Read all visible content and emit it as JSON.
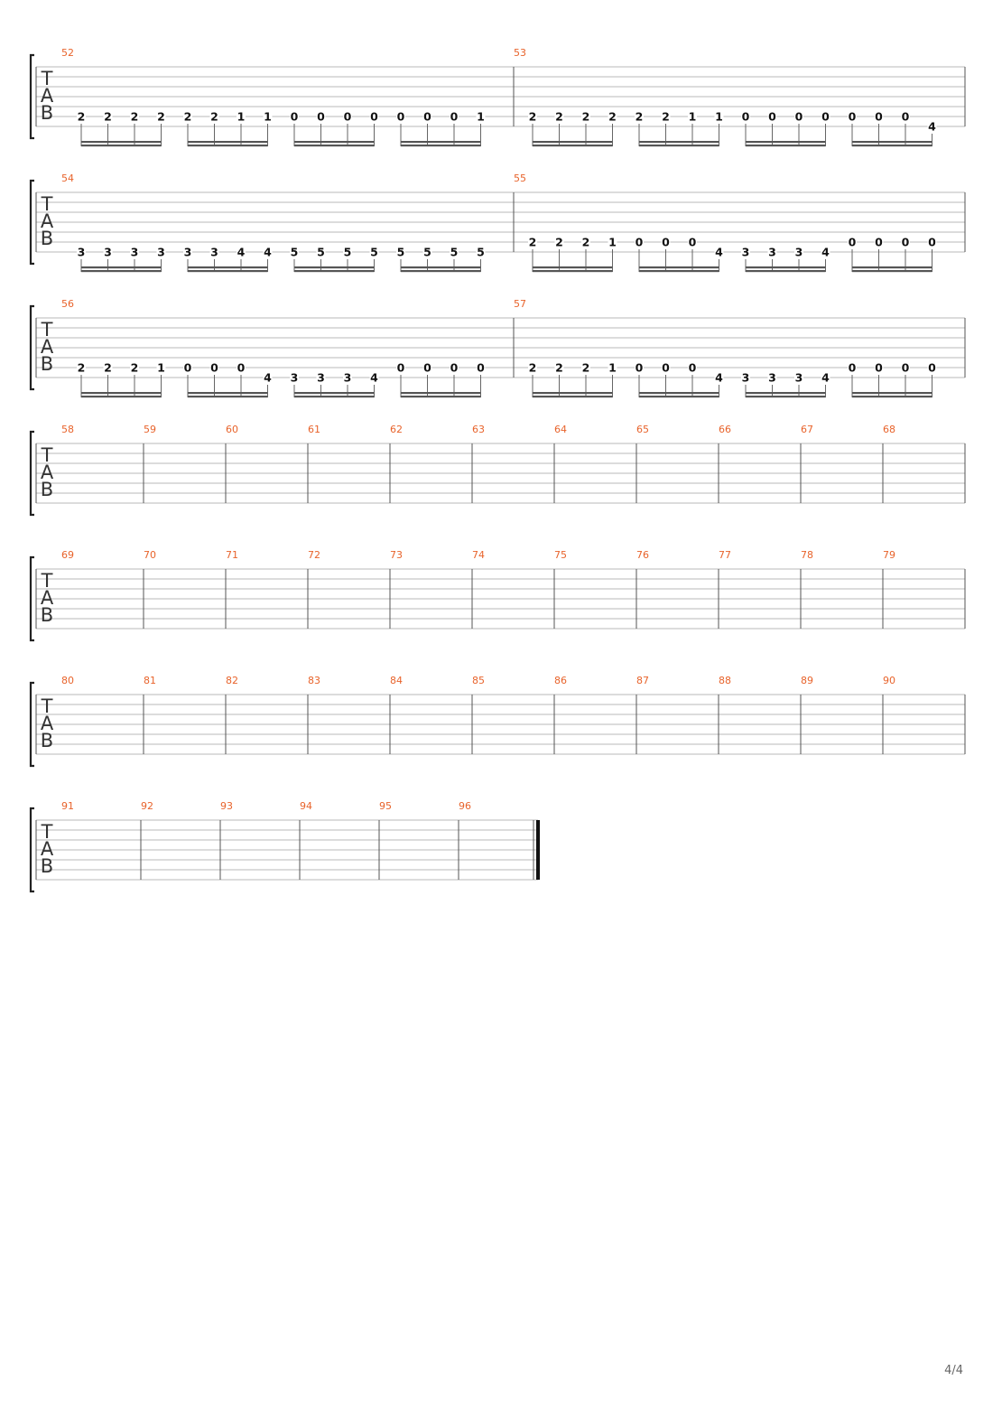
{
  "score": {
    "tab_clef": [
      "T",
      "A",
      "B"
    ],
    "colors": {
      "measure_number": "#e8632b",
      "staff_line": "#a0a0a0",
      "barline": "#555555",
      "note": "#111111",
      "beam": "#555555",
      "brace": "#222222"
    },
    "systems": [
      {
        "measures": [
          {
            "number": "52",
            "notes": [
              {
                "string": 6,
                "fret": "2"
              },
              {
                "string": 6,
                "fret": "2"
              },
              {
                "string": 6,
                "fret": "2"
              },
              {
                "string": 6,
                "fret": "2"
              },
              {
                "string": 6,
                "fret": "2"
              },
              {
                "string": 6,
                "fret": "2"
              },
              {
                "string": 6,
                "fret": "1"
              },
              {
                "string": 6,
                "fret": "1"
              },
              {
                "string": 6,
                "fret": "0"
              },
              {
                "string": 6,
                "fret": "0"
              },
              {
                "string": 6,
                "fret": "0"
              },
              {
                "string": 6,
                "fret": "0"
              },
              {
                "string": 6,
                "fret": "0"
              },
              {
                "string": 6,
                "fret": "0"
              },
              {
                "string": 6,
                "fret": "0"
              },
              {
                "string": 6,
                "fret": "1"
              }
            ]
          },
          {
            "number": "53",
            "notes": [
              {
                "string": 6,
                "fret": "2"
              },
              {
                "string": 6,
                "fret": "2"
              },
              {
                "string": 6,
                "fret": "2"
              },
              {
                "string": 6,
                "fret": "2"
              },
              {
                "string": 6,
                "fret": "2"
              },
              {
                "string": 6,
                "fret": "2"
              },
              {
                "string": 6,
                "fret": "1"
              },
              {
                "string": 6,
                "fret": "1"
              },
              {
                "string": 6,
                "fret": "0"
              },
              {
                "string": 6,
                "fret": "0"
              },
              {
                "string": 6,
                "fret": "0"
              },
              {
                "string": 6,
                "fret": "0"
              },
              {
                "string": 6,
                "fret": "0"
              },
              {
                "string": 6,
                "fret": "0"
              },
              {
                "string": 6,
                "fret": "0"
              },
              {
                "string": 7,
                "fret": "4"
              }
            ]
          }
        ]
      },
      {
        "measures": [
          {
            "number": "54",
            "notes": [
              {
                "string": 7,
                "fret": "3"
              },
              {
                "string": 7,
                "fret": "3"
              },
              {
                "string": 7,
                "fret": "3"
              },
              {
                "string": 7,
                "fret": "3"
              },
              {
                "string": 7,
                "fret": "3"
              },
              {
                "string": 7,
                "fret": "3"
              },
              {
                "string": 7,
                "fret": "4"
              },
              {
                "string": 7,
                "fret": "4"
              },
              {
                "string": 7,
                "fret": "5"
              },
              {
                "string": 7,
                "fret": "5"
              },
              {
                "string": 7,
                "fret": "5"
              },
              {
                "string": 7,
                "fret": "5"
              },
              {
                "string": 7,
                "fret": "5"
              },
              {
                "string": 7,
                "fret": "5"
              },
              {
                "string": 7,
                "fret": "5"
              },
              {
                "string": 7,
                "fret": "5"
              }
            ]
          },
          {
            "number": "55",
            "notes": [
              {
                "string": 6,
                "fret": "2"
              },
              {
                "string": 6,
                "fret": "2"
              },
              {
                "string": 6,
                "fret": "2"
              },
              {
                "string": 6,
                "fret": "1"
              },
              {
                "string": 6,
                "fret": "0"
              },
              {
                "string": 6,
                "fret": "0"
              },
              {
                "string": 6,
                "fret": "0"
              },
              {
                "string": 7,
                "fret": "4"
              },
              {
                "string": 7,
                "fret": "3"
              },
              {
                "string": 7,
                "fret": "3"
              },
              {
                "string": 7,
                "fret": "3"
              },
              {
                "string": 7,
                "fret": "4"
              },
              {
                "string": 6,
                "fret": "0"
              },
              {
                "string": 6,
                "fret": "0"
              },
              {
                "string": 6,
                "fret": "0"
              },
              {
                "string": 6,
                "fret": "0"
              }
            ]
          }
        ]
      },
      {
        "measures": [
          {
            "number": "56",
            "notes": [
              {
                "string": 6,
                "fret": "2"
              },
              {
                "string": 6,
                "fret": "2"
              },
              {
                "string": 6,
                "fret": "2"
              },
              {
                "string": 6,
                "fret": "1"
              },
              {
                "string": 6,
                "fret": "0"
              },
              {
                "string": 6,
                "fret": "0"
              },
              {
                "string": 6,
                "fret": "0"
              },
              {
                "string": 7,
                "fret": "4"
              },
              {
                "string": 7,
                "fret": "3"
              },
              {
                "string": 7,
                "fret": "3"
              },
              {
                "string": 7,
                "fret": "3"
              },
              {
                "string": 7,
                "fret": "4"
              },
              {
                "string": 6,
                "fret": "0"
              },
              {
                "string": 6,
                "fret": "0"
              },
              {
                "string": 6,
                "fret": "0"
              },
              {
                "string": 6,
                "fret": "0"
              }
            ]
          },
          {
            "number": "57",
            "notes": [
              {
                "string": 6,
                "fret": "2"
              },
              {
                "string": 6,
                "fret": "2"
              },
              {
                "string": 6,
                "fret": "2"
              },
              {
                "string": 6,
                "fret": "1"
              },
              {
                "string": 6,
                "fret": "0"
              },
              {
                "string": 6,
                "fret": "0"
              },
              {
                "string": 6,
                "fret": "0"
              },
              {
                "string": 7,
                "fret": "4"
              },
              {
                "string": 7,
                "fret": "3"
              },
              {
                "string": 7,
                "fret": "3"
              },
              {
                "string": 7,
                "fret": "3"
              },
              {
                "string": 7,
                "fret": "4"
              },
              {
                "string": 6,
                "fret": "0"
              },
              {
                "string": 6,
                "fret": "0"
              },
              {
                "string": 6,
                "fret": "0"
              },
              {
                "string": 6,
                "fret": "0"
              }
            ]
          }
        ]
      },
      {
        "measures": [
          {
            "number": "58",
            "notes": []
          },
          {
            "number": "59",
            "notes": []
          },
          {
            "number": "60",
            "notes": []
          },
          {
            "number": "61",
            "notes": []
          },
          {
            "number": "62",
            "notes": []
          },
          {
            "number": "63",
            "notes": []
          },
          {
            "number": "64",
            "notes": []
          },
          {
            "number": "65",
            "notes": []
          },
          {
            "number": "66",
            "notes": []
          },
          {
            "number": "67",
            "notes": []
          },
          {
            "number": "68",
            "notes": []
          }
        ]
      },
      {
        "measures": [
          {
            "number": "69",
            "notes": []
          },
          {
            "number": "70",
            "notes": []
          },
          {
            "number": "71",
            "notes": []
          },
          {
            "number": "72",
            "notes": []
          },
          {
            "number": "73",
            "notes": []
          },
          {
            "number": "74",
            "notes": []
          },
          {
            "number": "75",
            "notes": []
          },
          {
            "number": "76",
            "notes": []
          },
          {
            "number": "77",
            "notes": []
          },
          {
            "number": "78",
            "notes": []
          },
          {
            "number": "79",
            "notes": []
          }
        ]
      },
      {
        "measures": [
          {
            "number": "80",
            "notes": []
          },
          {
            "number": "81",
            "notes": []
          },
          {
            "number": "82",
            "notes": []
          },
          {
            "number": "83",
            "notes": []
          },
          {
            "number": "84",
            "notes": []
          },
          {
            "number": "85",
            "notes": []
          },
          {
            "number": "86",
            "notes": []
          },
          {
            "number": "87",
            "notes": []
          },
          {
            "number": "88",
            "notes": []
          },
          {
            "number": "89",
            "notes": []
          },
          {
            "number": "90",
            "notes": []
          }
        ]
      },
      {
        "final": true,
        "measures": [
          {
            "number": "91",
            "notes": []
          },
          {
            "number": "92",
            "notes": []
          },
          {
            "number": "93",
            "notes": []
          },
          {
            "number": "94",
            "notes": []
          },
          {
            "number": "95",
            "notes": []
          },
          {
            "number": "96",
            "notes": []
          }
        ]
      }
    ]
  },
  "footer": {
    "page_number": "4/4"
  }
}
